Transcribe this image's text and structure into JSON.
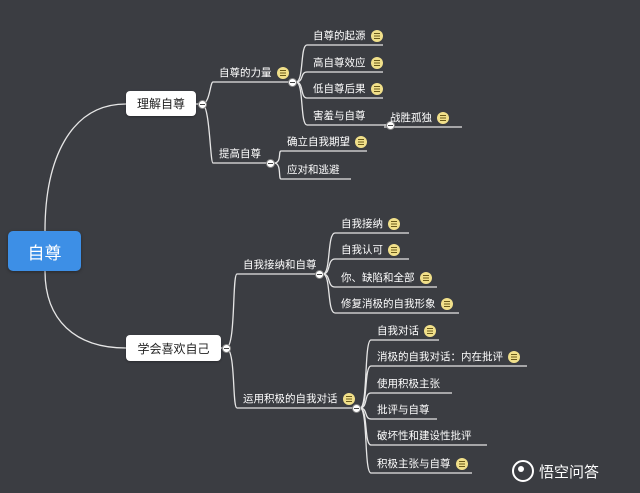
{
  "root": {
    "label": "自尊"
  },
  "branches": [
    {
      "key": "b1",
      "label": "理解自尊",
      "topics": [
        {
          "key": "t1",
          "label": "自尊的力量",
          "note": true,
          "children": [
            {
              "label": "自尊的起源",
              "note": true
            },
            {
              "label": "高自尊效应",
              "note": true
            },
            {
              "label": "低自尊后果",
              "note": true
            },
            {
              "label": "害羞与自尊",
              "note": false,
              "children": [
                {
                  "label": "战胜孤独",
                  "note": true
                }
              ]
            }
          ]
        },
        {
          "key": "t2",
          "label": "提高自尊",
          "note": false,
          "children": [
            {
              "label": "确立自我期望",
              "note": true
            },
            {
              "label": "应对和逃避",
              "note": false
            }
          ]
        }
      ]
    },
    {
      "key": "b2",
      "label": "学会喜欢自己",
      "topics": [
        {
          "key": "t3",
          "label": "自我接纳和自尊",
          "note": false,
          "children": [
            {
              "label": "自我接纳",
              "note": true
            },
            {
              "label": "自我认可",
              "note": true
            },
            {
              "label": "你、缺陷和全部",
              "note": true
            },
            {
              "label": "修复消极的自我形象",
              "note": true
            }
          ]
        },
        {
          "key": "t4",
          "label": "运用积极的自我对话",
          "note": true,
          "children": [
            {
              "label": "自我对话",
              "note": true
            },
            {
              "label": "消极的自我对话：内在批评",
              "note": true
            },
            {
              "label": "使用积极主张",
              "note": false
            },
            {
              "label": "批评与自尊",
              "note": false
            },
            {
              "label": "破坏性和建设性批评",
              "note": false
            },
            {
              "label": "积极主张与自尊",
              "note": true
            }
          ]
        }
      ]
    }
  ],
  "watermark": {
    "text": "悟空问答"
  },
  "colors": {
    "background": "#3b3d42",
    "root": "#3d8fe6",
    "line": "#ffffff",
    "note": "#f1e08a"
  }
}
